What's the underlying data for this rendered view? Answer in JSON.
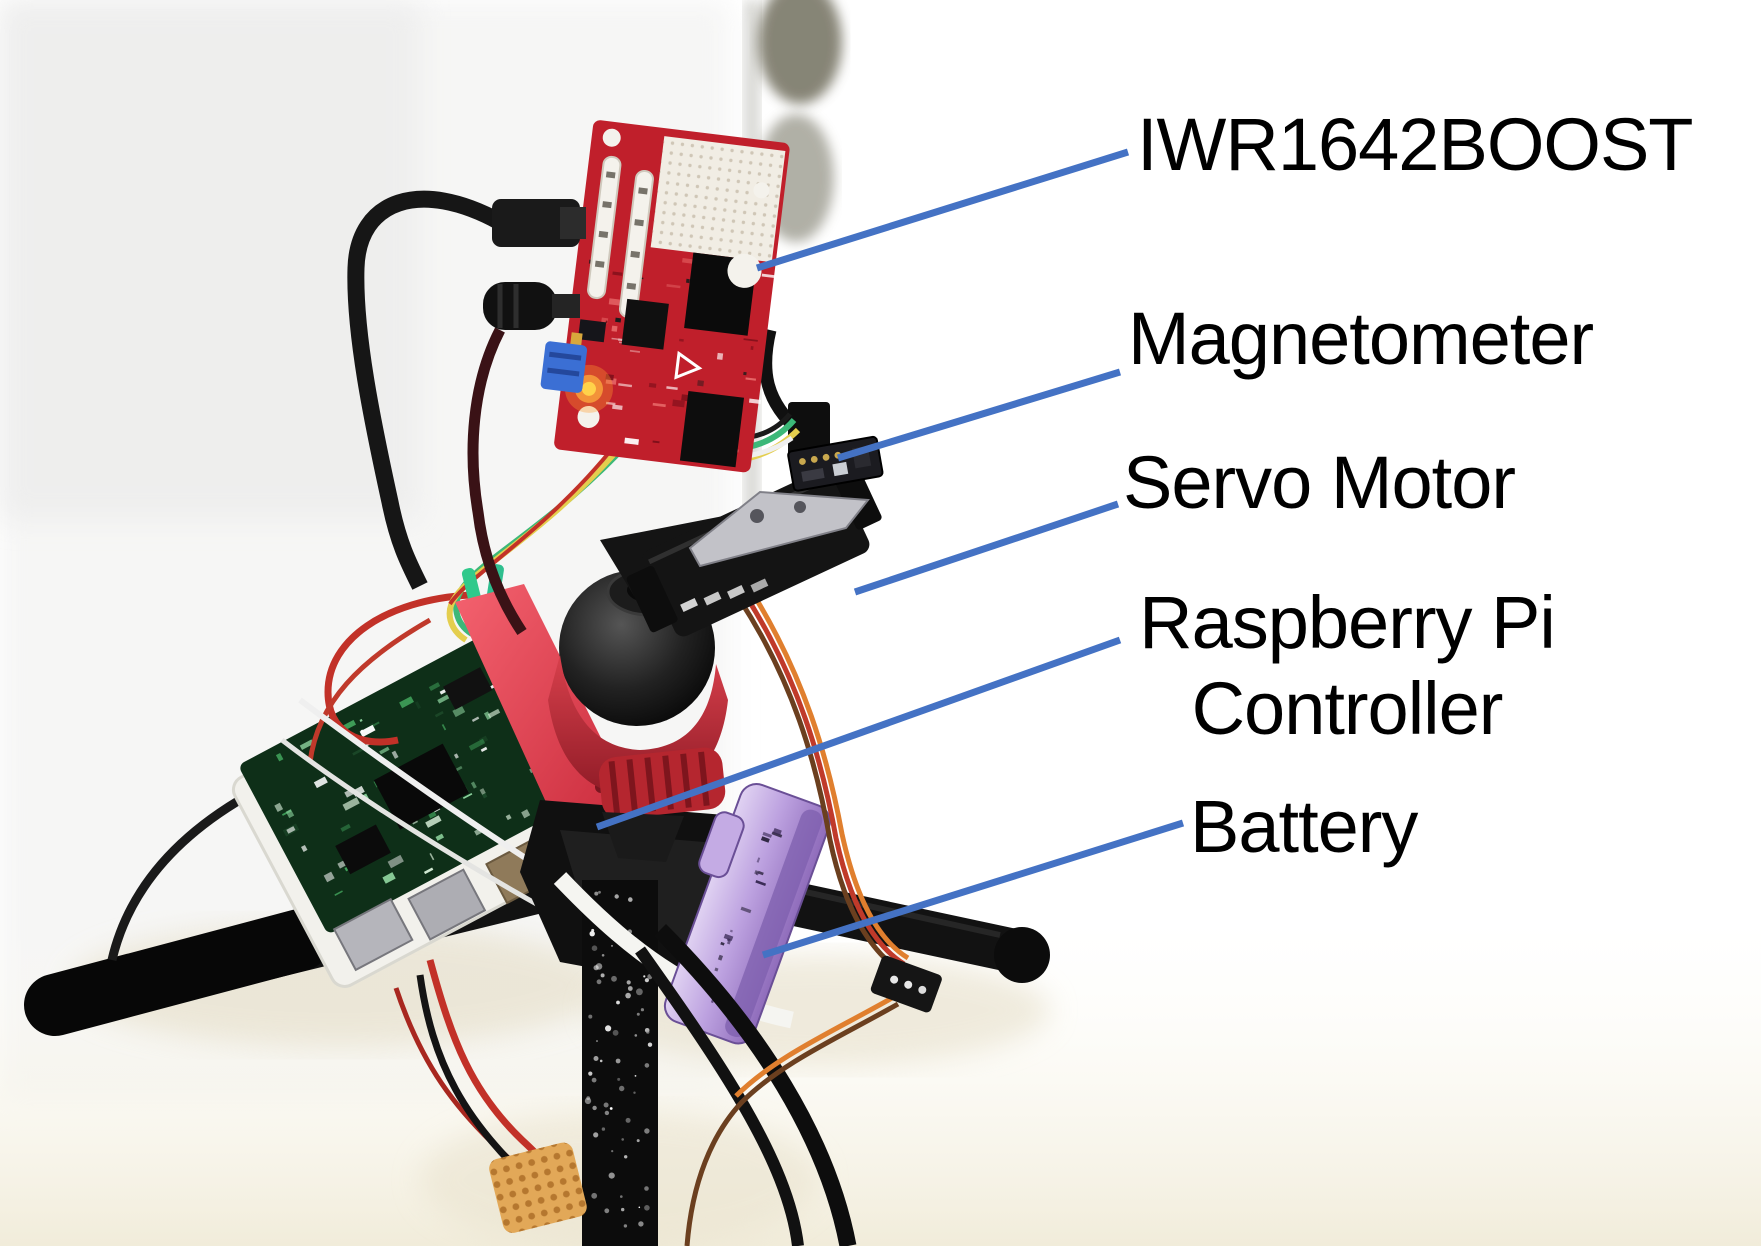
{
  "figure": {
    "kind": "annotated hardware photograph",
    "labels": [
      {
        "id": "iwr1642boost",
        "text": "IWR1642BOOST"
      },
      {
        "id": "magnetometer",
        "text": "Magnetometer"
      },
      {
        "id": "servo-motor",
        "text": "Servo Motor"
      },
      {
        "id": "raspberry-pi-controller",
        "text": "Raspberry Pi",
        "text2": "Controller"
      },
      {
        "id": "battery",
        "text": "Battery"
      }
    ]
  },
  "colors": {
    "leader_line": "#4472C4",
    "label_text": "#000000",
    "pcb_red": "#c01f2b",
    "case_red": "#e8414f",
    "battery_purple": "#b9a0dc",
    "servo_black": "#161616",
    "wire_green": "#3cb878",
    "wire_yellow": "#e4ce4e",
    "wire_orange": "#e07f2e",
    "background": "#ffffff"
  }
}
